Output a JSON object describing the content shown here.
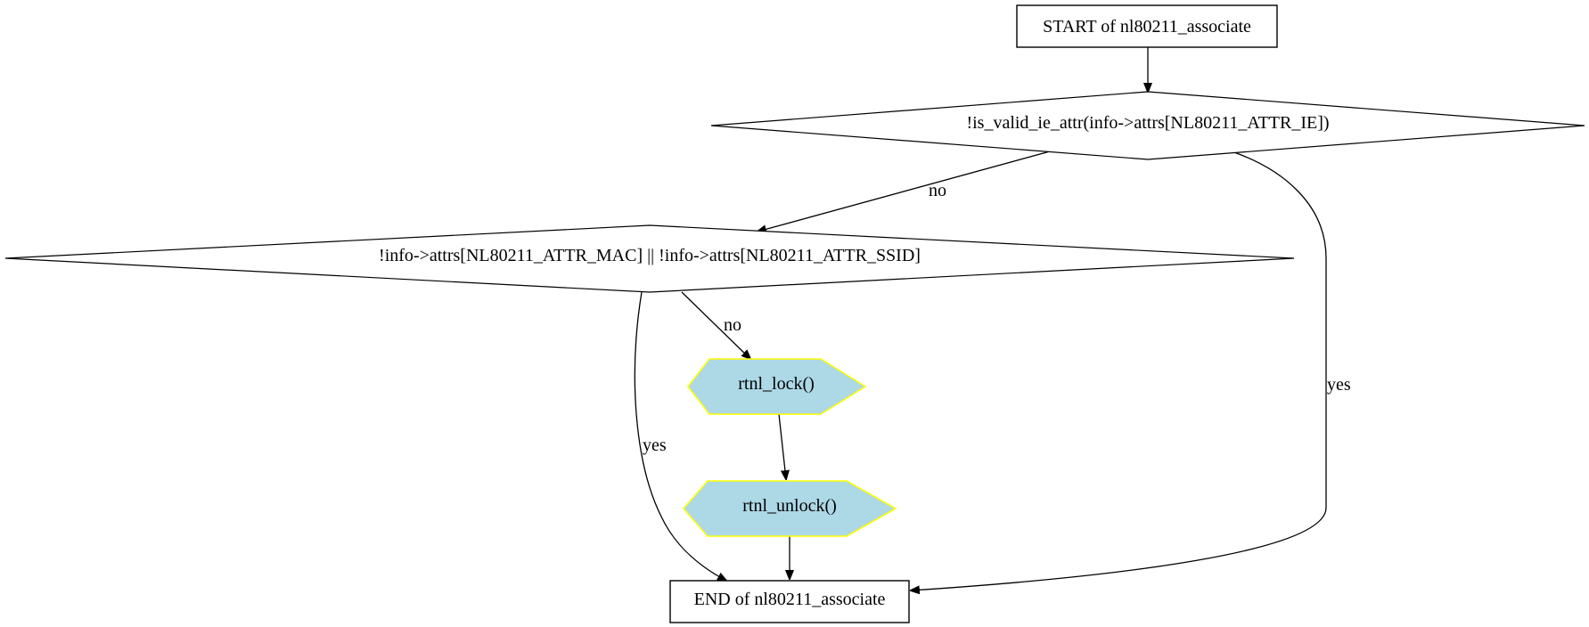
{
  "nodes": {
    "start": {
      "label": "START of nl80211_associate"
    },
    "check_ie": {
      "label": "!is_valid_ie_attr(info->attrs[NL80211_ATTR_IE])"
    },
    "check_mac_ssid": {
      "label": "!info->attrs[NL80211_ATTR_MAC] || !info->attrs[NL80211_ATTR_SSID]"
    },
    "rtnl_lock": {
      "label": "rtnl_lock()"
    },
    "rtnl_unlock": {
      "label": "rtnl_unlock()"
    },
    "end": {
      "label": "END of nl80211_associate"
    }
  },
  "edges": {
    "check_ie_no": {
      "label": "no"
    },
    "check_ie_yes": {
      "label": "yes"
    },
    "check_mac_ssid_no": {
      "label": "no"
    },
    "check_mac_ssid_yes": {
      "label": "yes"
    }
  },
  "colors": {
    "call_fill": "#add8e6",
    "call_stroke": "#ffff00"
  }
}
